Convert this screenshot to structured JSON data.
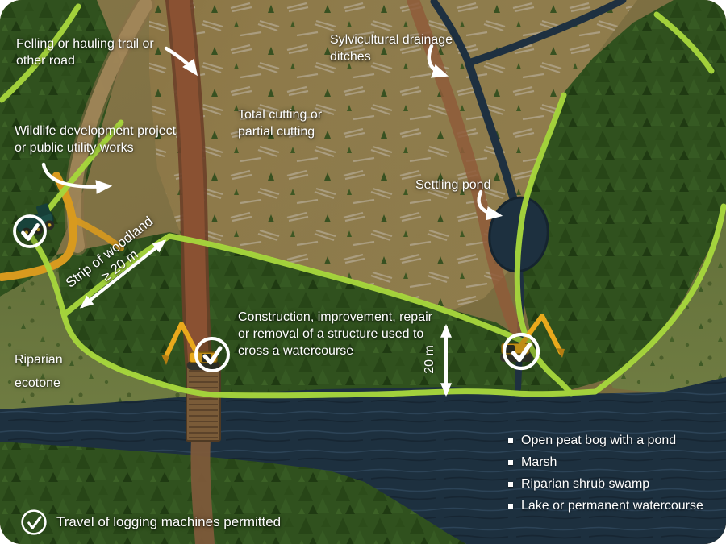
{
  "annotations": {
    "felling_trail": "Felling or hauling trail or other road",
    "drainage_ditches": "Sylvicultural drainage ditches",
    "cutting": "Total cutting or partial cutting",
    "wildlife_project": "Wildlife development project or public utility works",
    "settling_pond": "Settling pond",
    "woodland_strip": "Strip of woodland",
    "woodland_strip_min": "≥ 20 m",
    "watercourse_structure": "Construction, improvement, repair or removal of a structure used to cross a watercourse",
    "buffer_distance": "20 m",
    "riparian_ecotone": "Riparian ecotone"
  },
  "water_features": [
    "Open peat bog with a pond",
    "Marsh",
    "Riparian shrub swamp",
    "Lake or permanent watercourse"
  ],
  "legend": {
    "travel_permitted": "Travel of logging machines permitted"
  },
  "icons": {
    "permitted": "check-circle",
    "pointer": "curved-white-arrow",
    "measure": "double-headed-arrow"
  },
  "colors": {
    "buffer_line": "#a6d63c",
    "water": "#1d303f",
    "road": "#8a5132",
    "trail": "#a3875a",
    "utility_path": "#d89a1e",
    "excavator": "#e9a91c",
    "annotation_text": "#ffffff"
  }
}
